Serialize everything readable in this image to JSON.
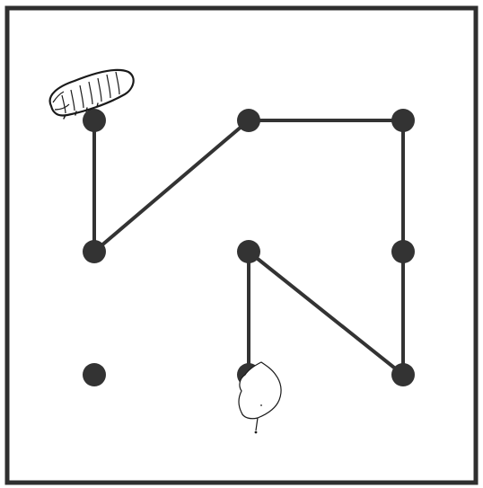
{
  "puzzle": {
    "grid_columns": 3,
    "grid_rows": 3,
    "colors": {
      "frame": "#2f2f2f",
      "background": "#ffffff",
      "dot": "#333333",
      "path": "#333333",
      "creature_outline": "#1a1a1a",
      "creature_fill": "#ffffff"
    },
    "dots": [
      {
        "col": 0,
        "row": 0
      },
      {
        "col": 1,
        "row": 0
      },
      {
        "col": 2,
        "row": 0
      },
      {
        "col": 0,
        "row": 1
      },
      {
        "col": 1,
        "row": 1
      },
      {
        "col": 2,
        "row": 1
      },
      {
        "col": 0,
        "row": 2
      },
      {
        "col": 1,
        "row": 2
      },
      {
        "col": 2,
        "row": 2
      }
    ],
    "path": [
      {
        "col": 0,
        "row": 0
      },
      {
        "col": 0,
        "row": 1
      },
      {
        "col": 1,
        "row": 0
      },
      {
        "col": 2,
        "row": 0
      },
      {
        "col": 2,
        "row": 1
      },
      {
        "col": 2,
        "row": 2
      },
      {
        "col": 1,
        "row": 1
      },
      {
        "col": 1,
        "row": 2
      }
    ],
    "caterpillar": {
      "icon": "caterpillar-icon",
      "at": {
        "col": 0,
        "row": 0
      }
    },
    "leaf": {
      "icon": "leaf-icon",
      "at": {
        "col": 1,
        "row": 2
      }
    }
  }
}
